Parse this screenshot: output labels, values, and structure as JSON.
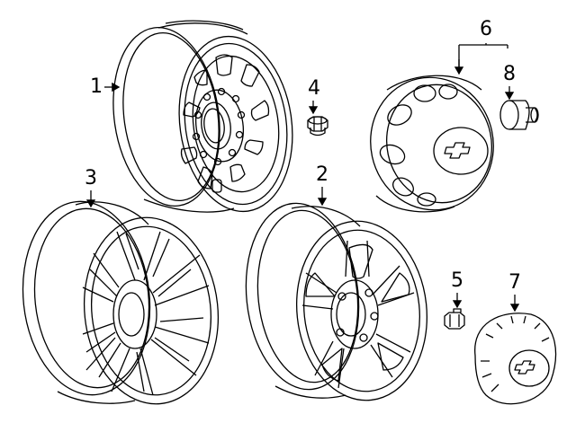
{
  "callouts": {
    "c1": "1",
    "c2": "2",
    "c3": "3",
    "c4": "4",
    "c5": "5",
    "c6": "6",
    "c7": "7",
    "c8": "8"
  },
  "parts": [
    {
      "callout": "1",
      "icon": "steel-wheel"
    },
    {
      "callout": "2",
      "icon": "alloy-wheel-5-spoke"
    },
    {
      "callout": "3",
      "icon": "alloy-wheel-multi-spoke"
    },
    {
      "callout": "4",
      "icon": "lug-nut"
    },
    {
      "callout": "5",
      "icon": "lug-nut"
    },
    {
      "callout": "6",
      "icon": "center-cap-chrome"
    },
    {
      "callout": "7",
      "icon": "center-cap"
    },
    {
      "callout": "8",
      "icon": "cap-nut"
    }
  ],
  "colors": {
    "line": "#000000",
    "background": "#ffffff"
  }
}
